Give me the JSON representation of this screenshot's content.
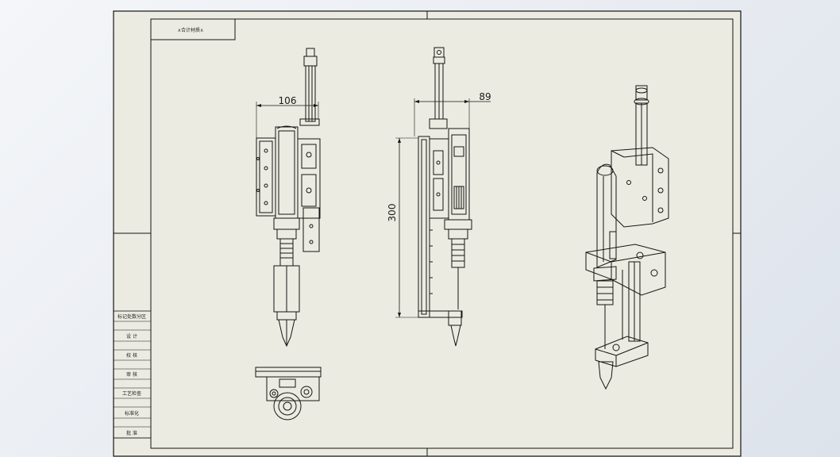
{
  "colors": {
    "paper": "#ecebe1",
    "ink": "#151515",
    "background": "#e9edf2"
  },
  "title_note": "∧合计材质∧",
  "dimensions": {
    "front_width": "106",
    "side_width": "89",
    "side_height": "300"
  },
  "title_block_rows": [
    "标记处数分区",
    "设 计",
    "校 核",
    "审 核",
    "工艺检查",
    "标准化",
    "批 准"
  ]
}
